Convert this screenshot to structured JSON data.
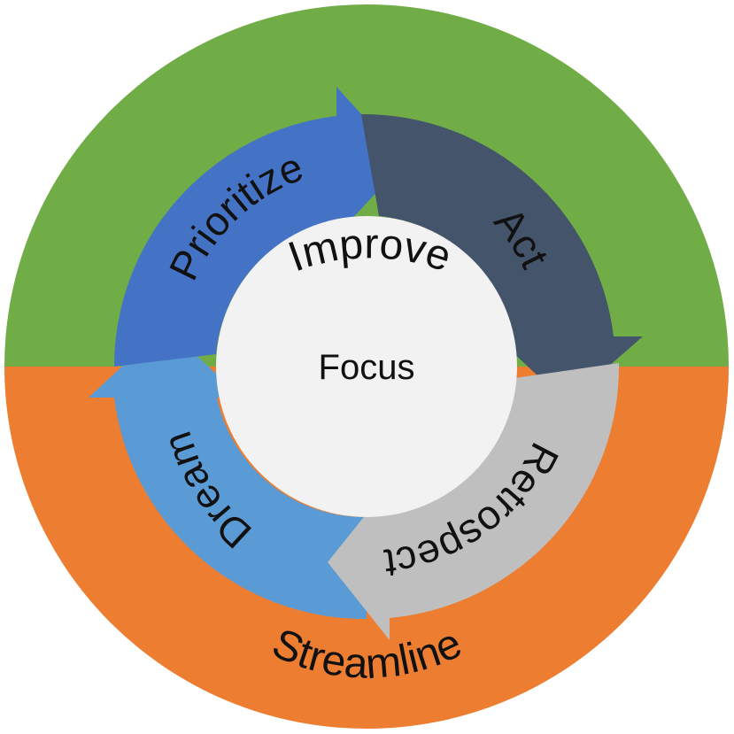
{
  "outer_ring": {
    "top": {
      "label": "Improve",
      "color": "#70AD47"
    },
    "bottom": {
      "label": "Streamline",
      "color": "#ED7D31"
    }
  },
  "cycle": [
    {
      "label": "Prioritize",
      "color": "#4472C4"
    },
    {
      "label": "Act",
      "color": "#44546A"
    },
    {
      "label": "Retrospect",
      "color": "#BFBFBF"
    },
    {
      "label": "Dream",
      "color": "#5B9BD5"
    }
  ],
  "center": {
    "label": "Focus",
    "color": "#F2F2F2"
  }
}
